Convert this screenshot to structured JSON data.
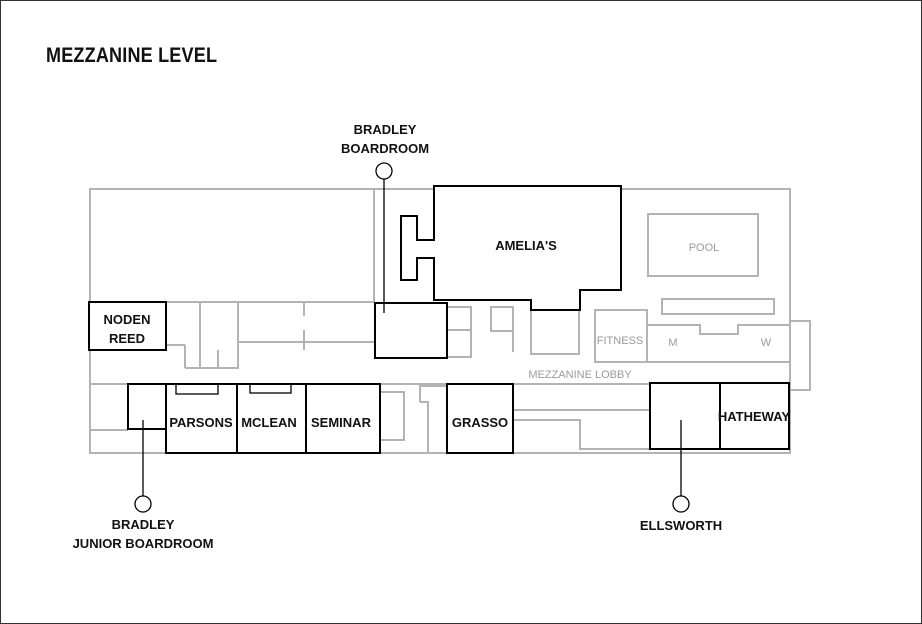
{
  "title": "MEZZANINE LEVEL",
  "rooms": {
    "noden_reed_line1": "NODEN",
    "noden_reed_line2": "REED",
    "amelias": "AMELIA'S",
    "parsons": "PARSONS",
    "mclean": "MCLEAN",
    "seminar": "SEMINAR",
    "grasso": "GRASSO",
    "hatheway": "HATHEWAY"
  },
  "areas": {
    "pool": "POOL",
    "fitness": "FITNESS",
    "mens": "M",
    "womens": "W",
    "lobby": "MEZZANINE LOBBY"
  },
  "callouts": {
    "bradley_boardroom_line1": "BRADLEY",
    "bradley_boardroom_line2": "BOARDROOM",
    "bradley_junior_line1": "BRADLEY",
    "bradley_junior_line2": "JUNIOR BOARDROOM",
    "ellsworth": "ELLSWORTH"
  },
  "colors": {
    "walls": "#b3b3b3",
    "rooms": "#000000",
    "background": "#ffffff"
  }
}
